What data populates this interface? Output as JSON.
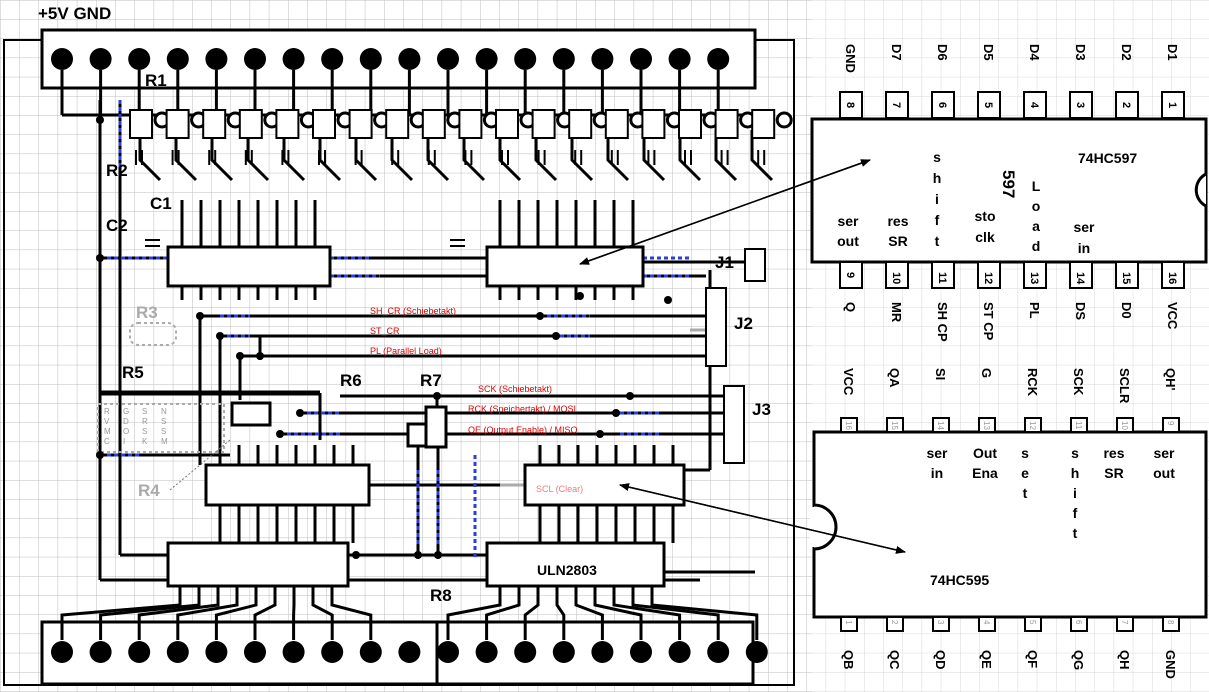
{
  "board": {
    "supply_label": "+5V GND",
    "components": {
      "R1": "R1",
      "R2": "R2",
      "C1": "C1",
      "C2": "C2",
      "R3": "R3",
      "R4": "R4",
      "R5": "R5",
      "R6": "R6",
      "R7": "R7",
      "R8": "R8",
      "J1": "J1",
      "J2": "J2",
      "J3": "J3",
      "uln": "ULN2803"
    },
    "signals": {
      "sh_cr": "SH_CR (Schiebetakt)",
      "st_cr": "ST_CR",
      "pl": "PL (Parallel Load)",
      "sck": "SCK (Schiebetakt)",
      "rck": "RCK (Speichertakt) / MOSI",
      "oe": "OE (Output Enable) / MISO",
      "scl": "SCL (Clear)"
    },
    "isp_letters": [
      "R",
      "G",
      "S",
      "N",
      "V",
      "D",
      "R",
      "S",
      "M",
      "O",
      "S",
      "S",
      "C",
      "I",
      "K",
      "M"
    ]
  },
  "ic597": {
    "name": "74HC597",
    "marking": "597",
    "top_pins": [
      {
        "num": "8",
        "label": "GND"
      },
      {
        "num": "7",
        "label": "D7"
      },
      {
        "num": "6",
        "label": "D6"
      },
      {
        "num": "5",
        "label": "D5"
      },
      {
        "num": "4",
        "label": "D4"
      },
      {
        "num": "3",
        "label": "D3"
      },
      {
        "num": "2",
        "label": "D2"
      },
      {
        "num": "1",
        "label": "D1"
      }
    ],
    "bottom_pins": [
      {
        "num": "9",
        "label": "Q"
      },
      {
        "num": "10",
        "label": "MR"
      },
      {
        "num": "11",
        "label": "SH CP"
      },
      {
        "num": "12",
        "label": "ST CP"
      },
      {
        "num": "13",
        "label": "PL"
      },
      {
        "num": "14",
        "label": "DS"
      },
      {
        "num": "15",
        "label": "D0"
      },
      {
        "num": "16",
        "label": "VCC"
      }
    ],
    "functions": {
      "ser_out": [
        "ser",
        "out"
      ],
      "res_sr": [
        "res",
        "SR"
      ],
      "shift": [
        "s",
        "h",
        "i",
        "f",
        "t"
      ],
      "sto_clk": [
        "sto",
        "clk"
      ],
      "load": [
        "L",
        "o",
        "a",
        "d"
      ],
      "ser_in": [
        "ser",
        "in"
      ]
    }
  },
  "ic595": {
    "name": "74HC595",
    "top_pins": [
      {
        "num": "16",
        "label": "VCC"
      },
      {
        "num": "15",
        "label": "QA"
      },
      {
        "num": "14",
        "label": "SI"
      },
      {
        "num": "13",
        "label": "G"
      },
      {
        "num": "12",
        "label": "RCK"
      },
      {
        "num": "11",
        "label": "SCK"
      },
      {
        "num": "10",
        "label": "SCLR"
      },
      {
        "num": "9",
        "label": "QH'"
      }
    ],
    "bottom_pins": [
      {
        "num": "1",
        "label": "QB"
      },
      {
        "num": "2",
        "label": "QC"
      },
      {
        "num": "3",
        "label": "QD"
      },
      {
        "num": "4",
        "label": "QE"
      },
      {
        "num": "5",
        "label": "QF"
      },
      {
        "num": "6",
        "label": "QG"
      },
      {
        "num": "7",
        "label": "QH"
      },
      {
        "num": "8",
        "label": "GND"
      }
    ],
    "functions": {
      "ser_in": [
        "ser",
        "in"
      ],
      "out_ena": [
        "Out",
        "Ena"
      ],
      "set": [
        "s",
        "e",
        "t"
      ],
      "shift": [
        "s",
        "h",
        "i",
        "f",
        "t"
      ],
      "res_sr": [
        "res",
        "SR"
      ],
      "ser_out": [
        "ser",
        "out"
      ]
    }
  }
}
